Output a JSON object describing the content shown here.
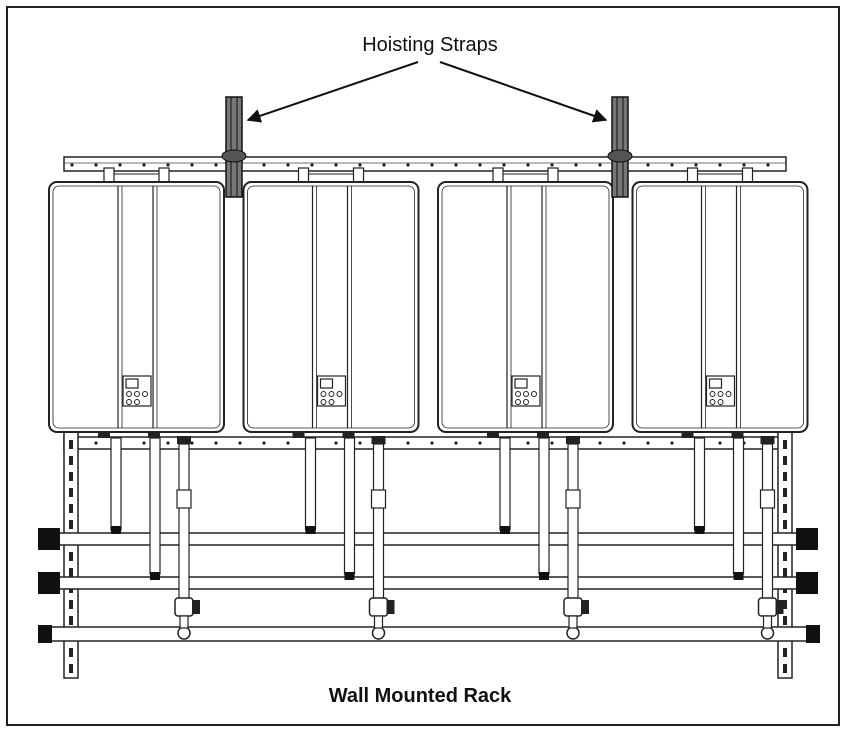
{
  "callout": {
    "hoisting_straps": "Hoisting Straps"
  },
  "caption": {
    "title": "Wall Mounted Rack"
  },
  "heaters": {
    "count": 4
  }
}
